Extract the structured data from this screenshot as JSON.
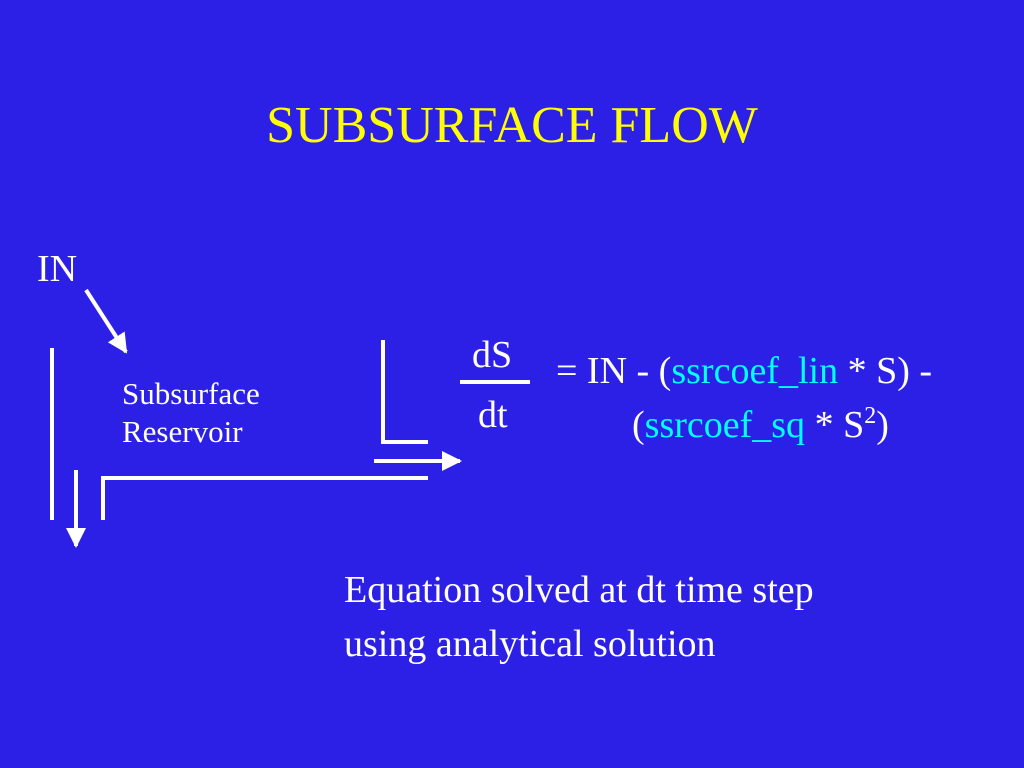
{
  "title": "SUBSURFACE FLOW",
  "diagram": {
    "in_label": "IN",
    "reservoir_line1": "Subsurface",
    "reservoir_line2": "Reservoir"
  },
  "equation": {
    "numerator": "dS",
    "denominator": "dt",
    "line1_prefix": "= IN - (",
    "coef_lin": "ssrcoef_lin",
    "line1_suffix": " * S) -",
    "line2_open": "(",
    "coef_sq": "ssrcoef_sq",
    "line2_mid": " * S",
    "exponent": "2",
    "line2_close": ")"
  },
  "note": {
    "line1": "Equation solved at dt time step",
    "line2": "using analytical solution"
  },
  "colors": {
    "background": "#2c20e6",
    "title": "#ffff00",
    "text": "#ffffff",
    "coefficient": "#00ffff"
  }
}
